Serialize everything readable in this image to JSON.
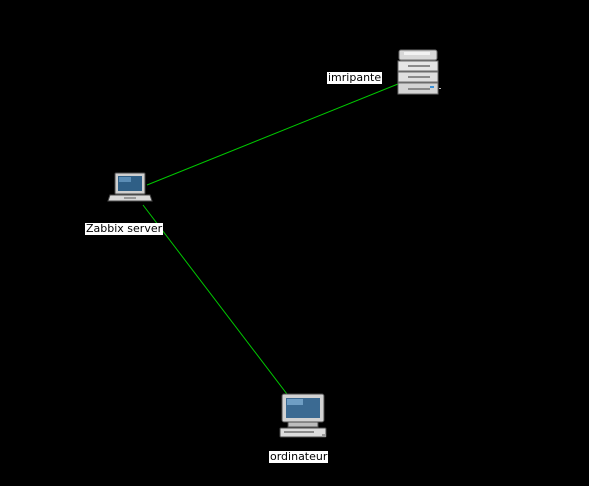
{
  "map": {
    "background": "#000000",
    "link_color": "#00c800",
    "label_background": "#ffffff",
    "label_color": "#000000",
    "hosts": [
      {
        "label": "imripante",
        "icon": "printer-icon"
      },
      {
        "label": "Zabbix server",
        "icon": "laptop-icon"
      },
      {
        "label": "ordinateur",
        "icon": "desktop-computer-icon"
      }
    ],
    "links": [
      {
        "from": "Zabbix server",
        "to": "imripante"
      },
      {
        "from": "Zabbix server",
        "to": "ordinateur"
      }
    ]
  }
}
